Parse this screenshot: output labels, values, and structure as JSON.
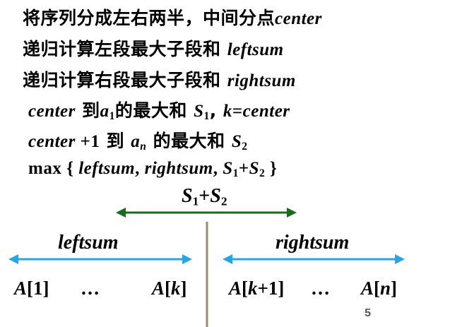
{
  "lines": {
    "l1": {
      "cn": "将序列分成左右两半，中间分点",
      "var": "center"
    },
    "l2": {
      "cn": "递归计算左段最大子段和 ",
      "var": "leftsum"
    },
    "l3": {
      "cn": "递归计算右段最大子段和 ",
      "var": "rightsum"
    },
    "l4": {
      "a": "center",
      "b": " 到",
      "c": "a",
      "d": "1",
      "e": "的最大和 ",
      "f": "S",
      "g": "1",
      "h": ",  ",
      "i": "k",
      "j": "=",
      "k": "center"
    },
    "l5": {
      "a": "center",
      "b": " +1",
      "c": " 到 ",
      "d": "a",
      "e": "n",
      "f": " 的最大和 ",
      "g": "S",
      "h": "2"
    },
    "l6": {
      "a": "max { ",
      "b": "leftsum",
      "c": ", ",
      "d": "rightsum",
      "e": ", ",
      "f": "S",
      "g": "1",
      "h": "+",
      "i": "S",
      "j": "2",
      "k": " }"
    }
  },
  "diagram": {
    "sum": {
      "s1": "S",
      "i1": "1",
      "plus": "+",
      "s2": "S",
      "i2": "2"
    },
    "left_label": "leftsum",
    "right_label": "rightsum",
    "a1": {
      "a": "A",
      "o": "[",
      "v": "1",
      "c": "]"
    },
    "dots_left": "…",
    "ak": {
      "a": "A",
      "o": "[",
      "v": "k",
      "c": "]"
    },
    "ak1": {
      "a": "A",
      "o": "[",
      "v": "k",
      "p": "+1",
      "c": "]"
    },
    "dots_right": "…",
    "an": {
      "a": "A",
      "o": "[",
      "v": "n",
      "c": "]"
    }
  },
  "page_number": "5",
  "colors": {
    "green_arrow": "#1a6b1a",
    "blue_arrow": "#29a6e2",
    "divider": "#9a8b6a"
  }
}
